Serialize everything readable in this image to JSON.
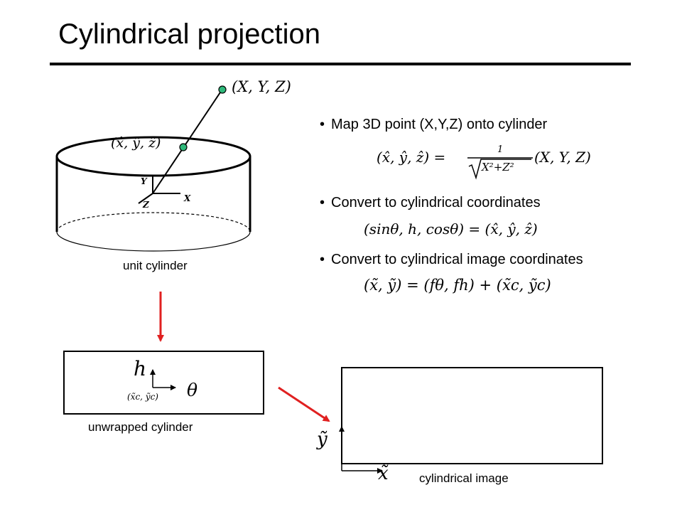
{
  "title": "Cylindrical projection",
  "bullets": [
    "Map 3D point (X,Y,Z) onto cylinder",
    "Convert to cylindrical coordinates",
    "Convert to cylindrical image coordinates"
  ],
  "equations": {
    "projection_lhs": "(x̂, ŷ, ẑ) =",
    "projection_num": "1",
    "projection_den": "X²+Z²",
    "projection_rhs": "(X, Y, Z)",
    "cylindrical": "(sinθ, h, cosθ) = (x̂, ŷ, ẑ)",
    "image": "(x̃, ỹ) = (fθ, fh) + (x̃c, ỹc)"
  },
  "labels": {
    "point_3d": "(X, Y, Z)",
    "point_on_cylinder": "(x̂, ŷ, ẑ)",
    "axis_x": "X",
    "axis_y": "Y",
    "axis_z": "Z",
    "unit_cylinder": "unit cylinder",
    "unwrapped_h": "h",
    "unwrapped_theta": "θ",
    "unwrapped_center": "(x̃c, ỹc)",
    "unwrapped_cylinder": "unwrapped cylinder",
    "image_y": "ỹ",
    "image_x": "x̃",
    "cylindrical_image": "cylindrical image"
  },
  "colors": {
    "point_fill": "#2eb87a",
    "arrow": "#e02020",
    "ink": "#000000"
  }
}
